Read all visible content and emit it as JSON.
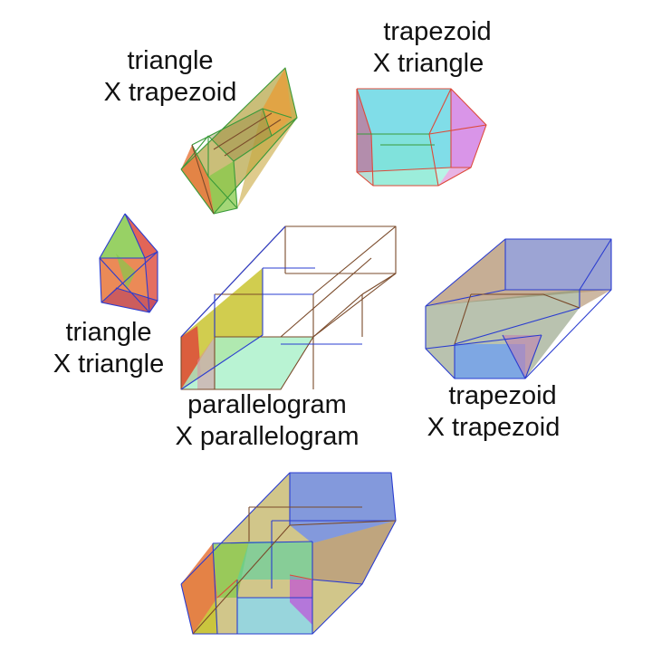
{
  "labels": {
    "tri_trap": {
      "line1": "triangle",
      "line2": "X trapezoid"
    },
    "trap_tri": {
      "line1": "trapezoid",
      "line2": "X triangle"
    },
    "tri_tri": {
      "line1": "triangle",
      "line2": "X triangle"
    },
    "para_para": {
      "line1": "parallelogram",
      "line2": "X parallelogram"
    },
    "trap_trap": {
      "line1": "trapezoid",
      "line2": "X trapezoid"
    }
  },
  "colors": {
    "olive": "#b8a84c",
    "orange": "#e8763a",
    "green": "#86c94a",
    "red": "#dd4a3a",
    "cyan": "#55d2e0",
    "magenta": "#c04ed8",
    "yellow": "#c9c430",
    "mint": "#a8f0c8",
    "blue": "#6f8df0",
    "brown": "#b89a7a",
    "light_blue": "#8ab0f0",
    "edge_blue": "#2a3cd0",
    "edge_brown": "#7a4a2a",
    "edge_green": "#3a9a3a"
  }
}
